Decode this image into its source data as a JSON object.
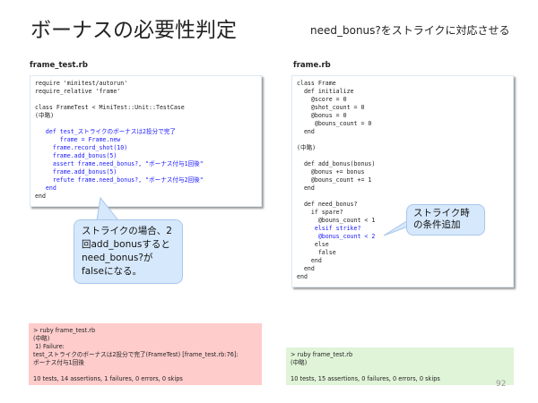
{
  "title": "ボーナスの必要性判定",
  "subtitle": "need_bonus?をストライクに対応させる",
  "left": {
    "filename": "frame_test.rb",
    "code": [
      {
        "text": "require 'minitest/autorun'",
        "hl": false
      },
      {
        "text": "require_relative 'frame'",
        "hl": false
      },
      {
        "text": "",
        "hl": false
      },
      {
        "text": "class FrameTest < MiniTest::Unit::TestCase",
        "hl": false
      },
      {
        "text": "(中略)",
        "hl": false
      },
      {
        "text": "",
        "hl": false
      },
      {
        "text": "   def test_ストライクのボーナスは2投分で完了",
        "hl": true
      },
      {
        "text": "       frame = Frame.new",
        "hl": true
      },
      {
        "text": "     frame.record_shot(10)",
        "hl": true
      },
      {
        "text": "     frame.add_bonus(5)",
        "hl": true
      },
      {
        "text": "     assert frame.need_bonus?, \"ボーナス付与1回後\"",
        "hl": true
      },
      {
        "text": "     frame.add_bonus(5)",
        "hl": true
      },
      {
        "text": "     refute frame.need_bonus?, \"ボーナス付与2回後\"",
        "hl": true
      },
      {
        "text": "   end",
        "hl": true
      },
      {
        "text": "end",
        "hl": false
      }
    ],
    "callout": "ストライクの場合、2回add_bonusするとneed_bonus?がfalseになる。"
  },
  "right": {
    "filename": "frame.rb",
    "code": [
      {
        "text": "class Frame",
        "hl": false
      },
      {
        "text": "  def initialize",
        "hl": false
      },
      {
        "text": "    @score = 0",
        "hl": false
      },
      {
        "text": "    @shot_count = 0",
        "hl": false
      },
      {
        "text": "    @bonus = 0",
        "hl": false
      },
      {
        "text": "     @bouns_count = 0",
        "hl": false
      },
      {
        "text": "  end",
        "hl": false
      },
      {
        "text": "",
        "hl": false
      },
      {
        "text": "(中略)",
        "hl": false
      },
      {
        "text": "",
        "hl": false
      },
      {
        "text": "  def add_bonus(bonus)",
        "hl": false
      },
      {
        "text": "    @bonus += bonus",
        "hl": false
      },
      {
        "text": "    @bouns_count += 1",
        "hl": false
      },
      {
        "text": "  end",
        "hl": false
      },
      {
        "text": "",
        "hl": false
      },
      {
        "text": "  def need_bonus?",
        "hl": false
      },
      {
        "text": "    if spare?",
        "hl": false
      },
      {
        "text": "      @bouns_count < 1",
        "hl": false
      },
      {
        "text": "     elsif strike?",
        "hl": true
      },
      {
        "text": "      @bonus_count < 2",
        "hl": true
      },
      {
        "text": "     else",
        "hl": false
      },
      {
        "text": "      false",
        "hl": false
      },
      {
        "text": "    end",
        "hl": false
      },
      {
        "text": "  end",
        "hl": false
      },
      {
        "text": "end",
        "hl": false
      }
    ],
    "callout": "ストライク時の条件追加"
  },
  "output_fail": {
    "lines": [
      "> ruby frame_test.rb",
      "(中略)",
      " 1) Failure:",
      "test_ストライクのボーナスは2投分で完了(FrameTest) [frame_test.rb:76]:",
      "ボーナス付与1回後",
      "",
      "10 tests, 14 assertions, 1 failures, 0 errors, 0 skips"
    ],
    "color": "#ffcccc"
  },
  "output_pass": {
    "lines": [
      "> ruby frame_test.rb",
      "(中略)",
      "",
      "10 tests, 15 assertions, 0 failures, 0 errors, 0 skips"
    ],
    "color": "#e0f4d8"
  },
  "page_number": "92"
}
